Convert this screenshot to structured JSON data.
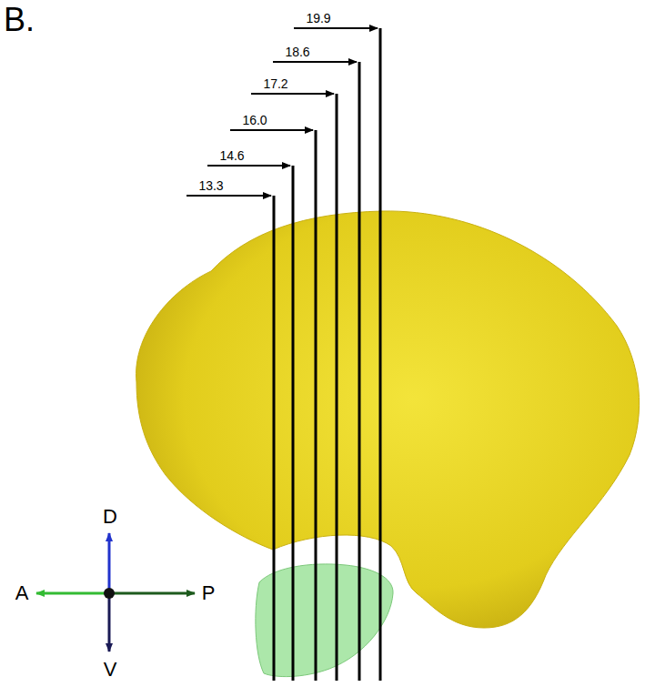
{
  "diagram": {
    "labels": [
      "B.",
      "13.3",
      "14.6",
      "16.0",
      "17.2",
      "18.6",
      "19.9",
      "D",
      "A",
      "P",
      "V"
    ]
  }
}
